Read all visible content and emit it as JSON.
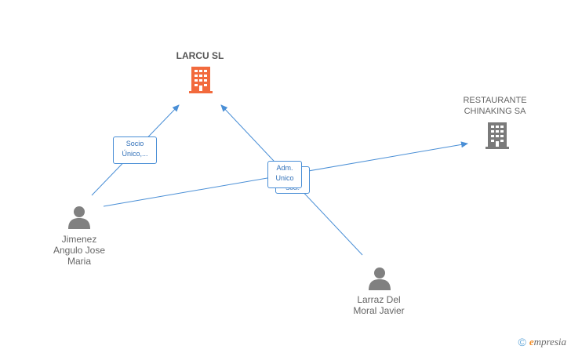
{
  "nodes": {
    "larcu": {
      "label": "LARCU SL",
      "color": "#f26a3d"
    },
    "restaurante": {
      "label": "RESTAURANTE\nCHINAKING SA",
      "color": "#7a7a7a"
    },
    "jimenez": {
      "label": "Jimenez\nAngulo Jose\nMaria",
      "color": "#808080"
    },
    "larraz": {
      "label": "Larraz Del\nMoral Javier",
      "color": "#808080"
    }
  },
  "edges": {
    "socio": {
      "label": "Socio\nÚnico,..."
    },
    "adm_front": {
      "label": "Adm.\nUnico"
    },
    "adm_back": {
      "label": "Soci."
    }
  },
  "colors": {
    "edge": "#4a8fd6"
  },
  "footer": {
    "copyright": "©",
    "brand_initial": "e",
    "brand_rest": "mpresia"
  }
}
